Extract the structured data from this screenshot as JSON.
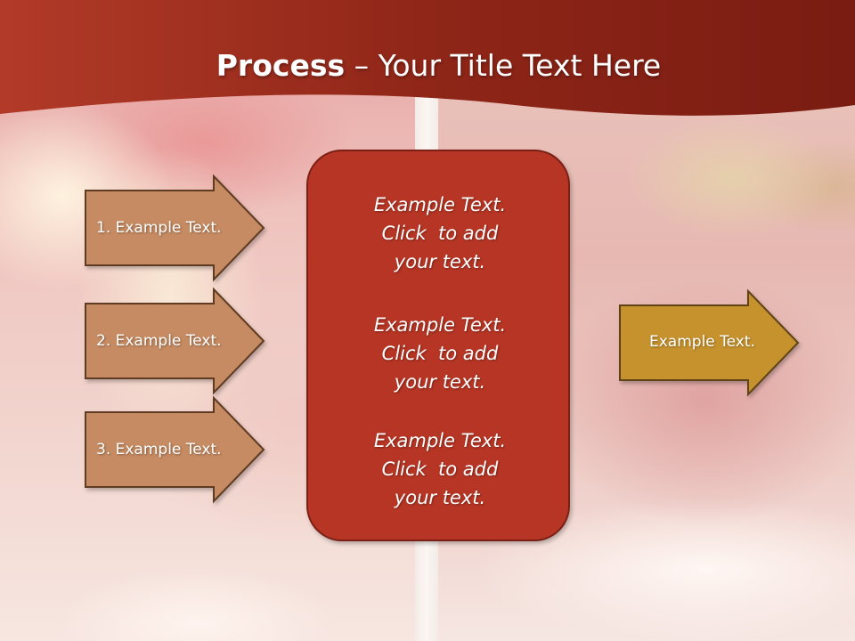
{
  "slide": {
    "title_bold": "Process",
    "title_sep": " – ",
    "title_rest": "Your Title Text Here"
  },
  "inputs": [
    {
      "label": "1. Example Text."
    },
    {
      "label": "2. Example Text."
    },
    {
      "label": "3. Example Text."
    }
  ],
  "center": {
    "blocks": [
      {
        "lines": [
          "Example Text.",
          "Click  to add",
          "your text."
        ]
      },
      {
        "lines": [
          "Example Text.",
          "Click  to add",
          "your text."
        ]
      },
      {
        "lines": [
          "Example Text.",
          "Click  to add",
          "your text."
        ]
      }
    ]
  },
  "output": {
    "label": "Example Text."
  },
  "colors": {
    "header_dark": "#7a1c12",
    "header_light": "#b23a28",
    "input_arrow_fill": "#c68b62",
    "input_arrow_stroke": "#5e3a22",
    "center_box_fill": "#b73524",
    "output_arrow_fill": "#c6922e",
    "output_arrow_stroke": "#5e4214"
  }
}
